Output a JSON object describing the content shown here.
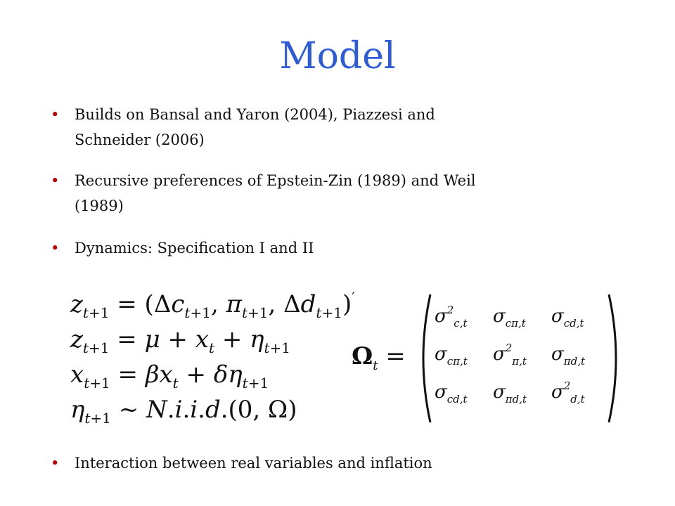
{
  "slide": {
    "title": "Model",
    "title_color": "#2e5cd8",
    "bullet_glyph": "•",
    "bullet_color": "#c00000",
    "bullets": [
      {
        "line1": "Builds on Bansal and Yaron (2004), Piazzesi and",
        "line2": "Schneider (2006)"
      },
      {
        "line1": "Recursive preferences of Epstein-Zin (1989) and Weil",
        "line2": "(1989)"
      },
      {
        "line1": "Dynamics: Specification I and II",
        "line2": ""
      },
      {
        "line1": "Interaction between real variables and inflation",
        "line2": ""
      }
    ]
  },
  "equations": {
    "eq1": "z_{t+1} = (Δc_{t+1}, π_{t+1}, Δd_{t+1})'",
    "eq2": "z_{t+1} = μ + x_t + η_{t+1}",
    "eq3": "x_{t+1} = βx_t + δη_{t+1}",
    "eq4": "η_{t+1} ~ N.i.i.d.(0, Ω)"
  },
  "matrix": {
    "lhs": "Ω_t =",
    "rows": [
      [
        "σ²_{c,t}",
        "σ_{cπ,t}",
        "σ_{cd,t}"
      ],
      [
        "σ_{cπ,t}",
        "σ²_{π,t}",
        "σ_{πd,t}"
      ],
      [
        "σ_{cd,t}",
        "σ_{πd,t}",
        "σ²_{d,t}"
      ]
    ]
  }
}
